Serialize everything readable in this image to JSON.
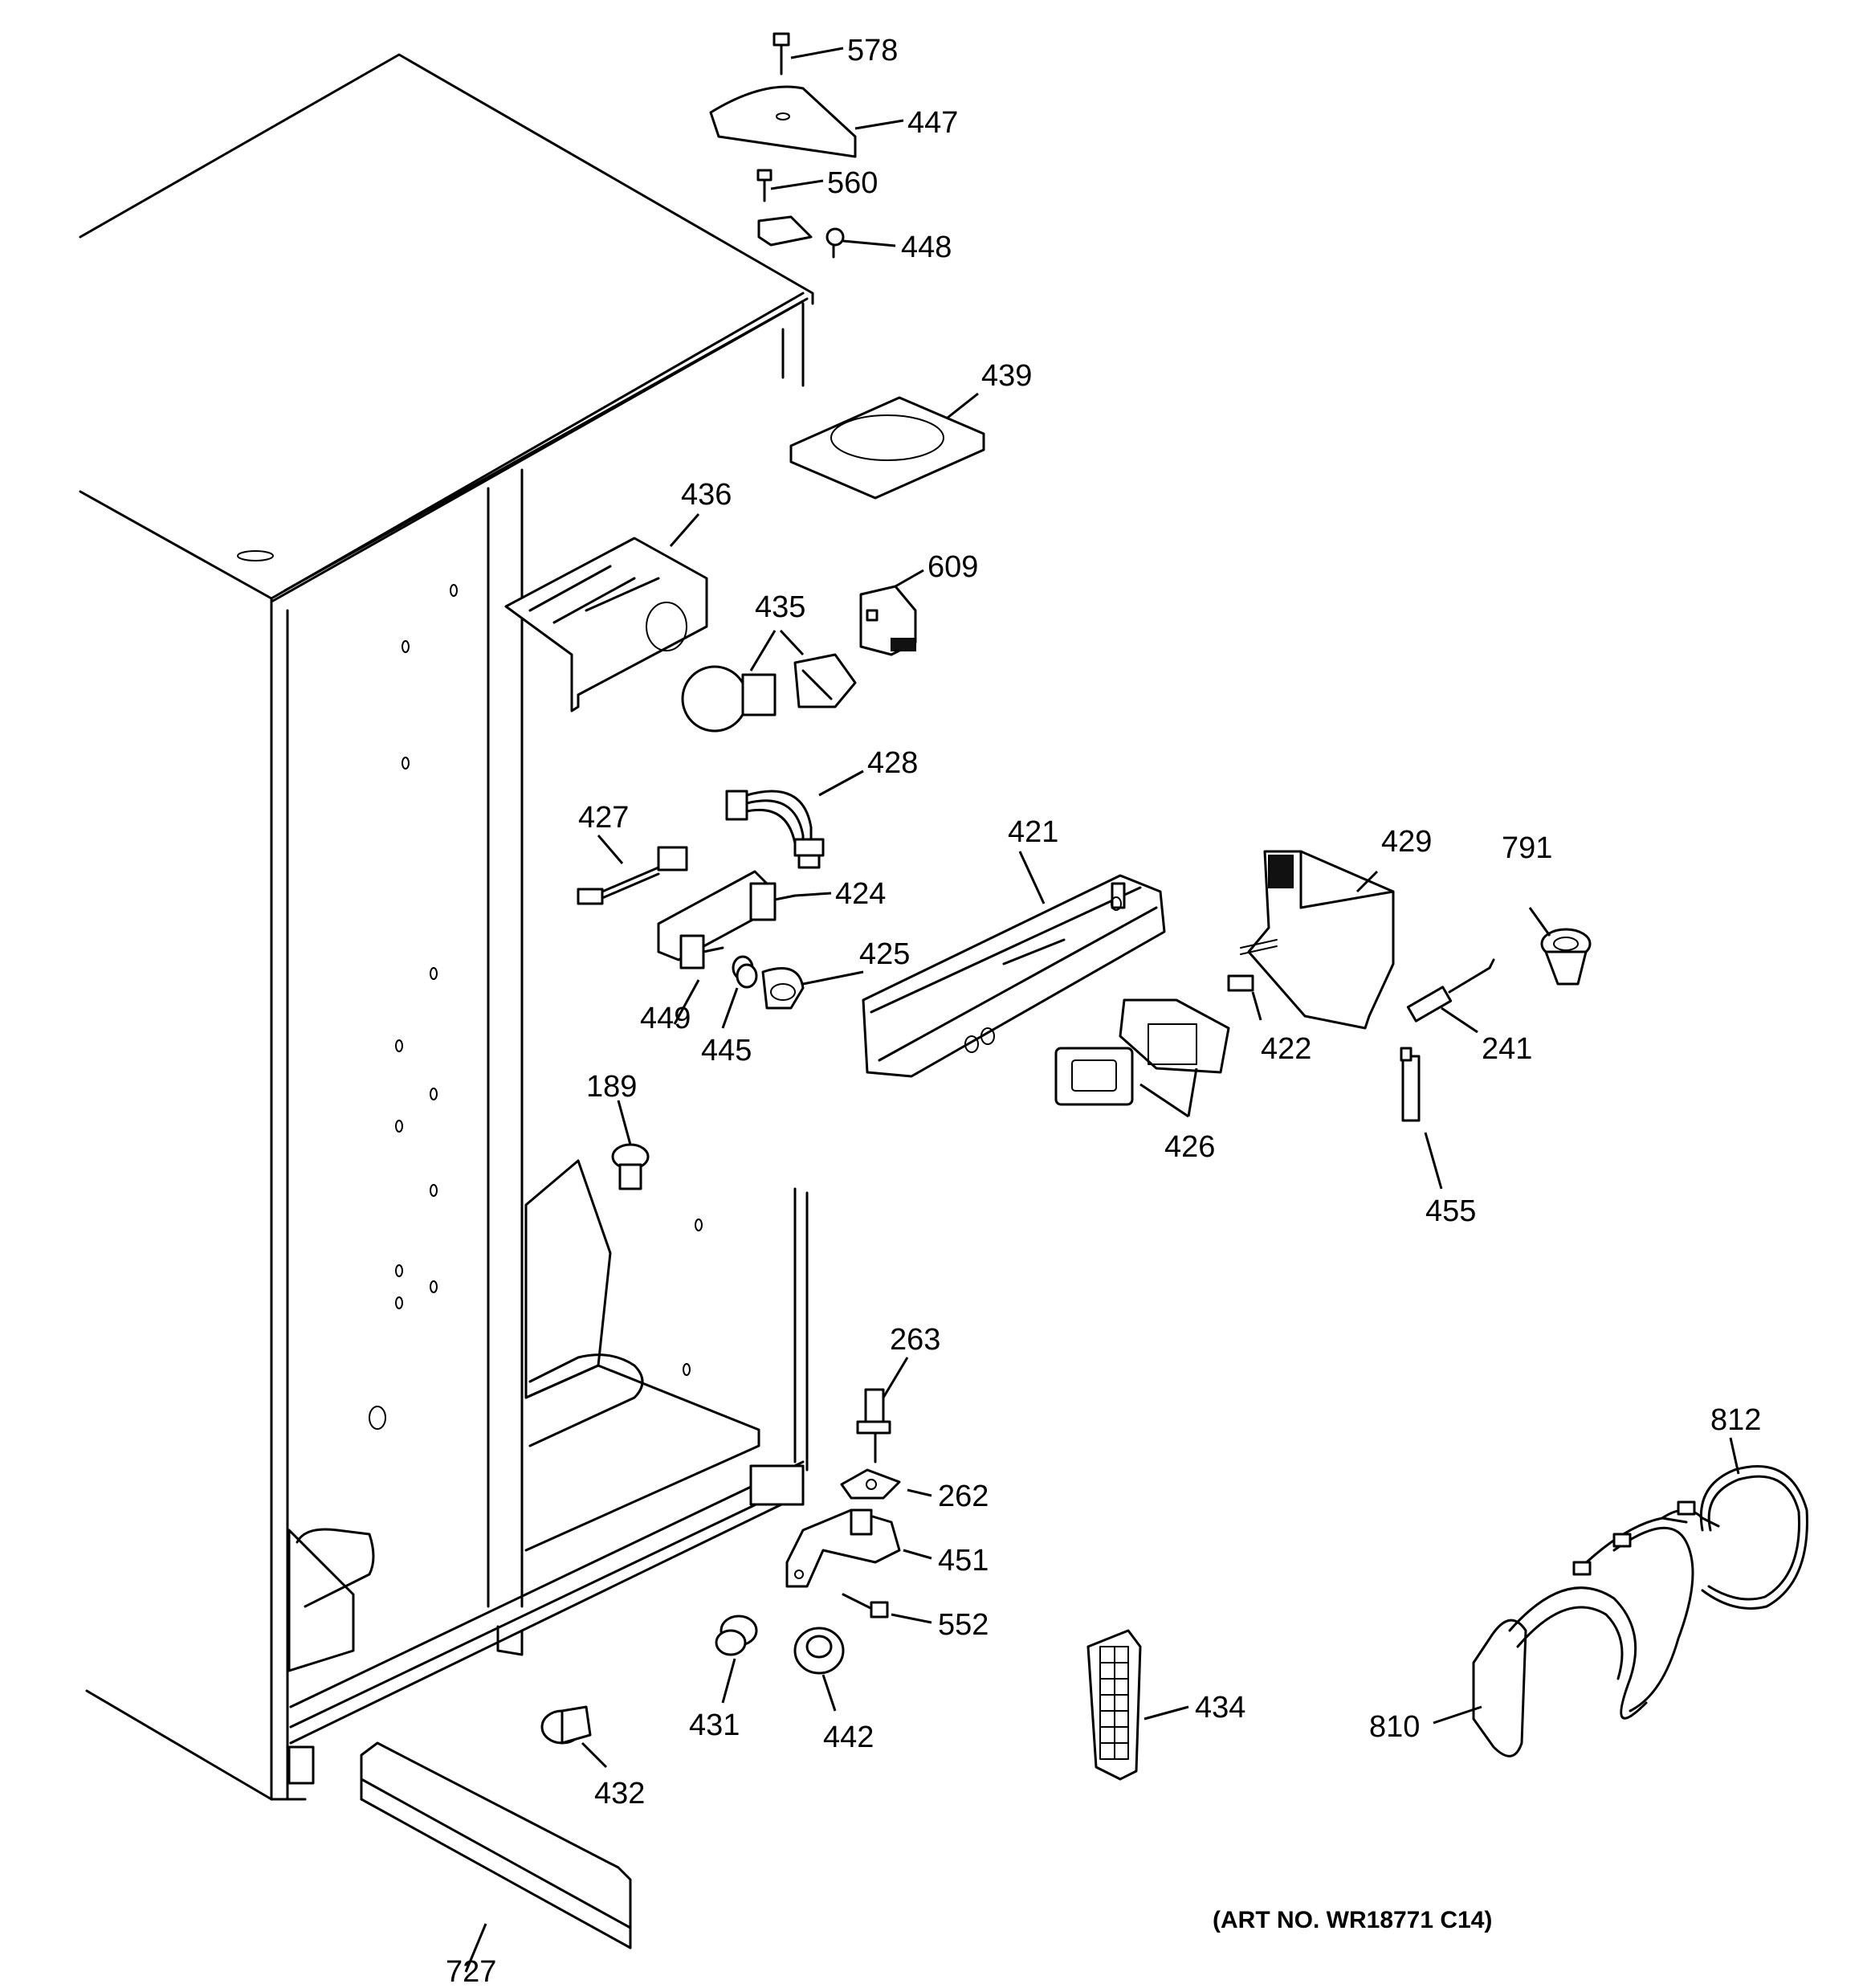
{
  "labels": {
    "p578": "578",
    "p447": "447",
    "p560": "560",
    "p448": "448",
    "p439": "439",
    "p436": "436",
    "p609": "609",
    "p435": "435",
    "p428": "428",
    "p427": "427",
    "p424": "424",
    "p421": "421",
    "p429": "429",
    "p791": "791",
    "p425": "425",
    "p449": "449",
    "p445": "445",
    "p422": "422",
    "p241": "241",
    "p426": "426",
    "p189": "189",
    "p455": "455",
    "p263": "263",
    "p262": "262",
    "p451": "451",
    "p552": "552",
    "p812": "812",
    "p431": "431",
    "p442": "442",
    "p434": "434",
    "p810": "810",
    "p432": "432",
    "p727": "727"
  },
  "art_number": "(ART NO. WR18771 C14)"
}
